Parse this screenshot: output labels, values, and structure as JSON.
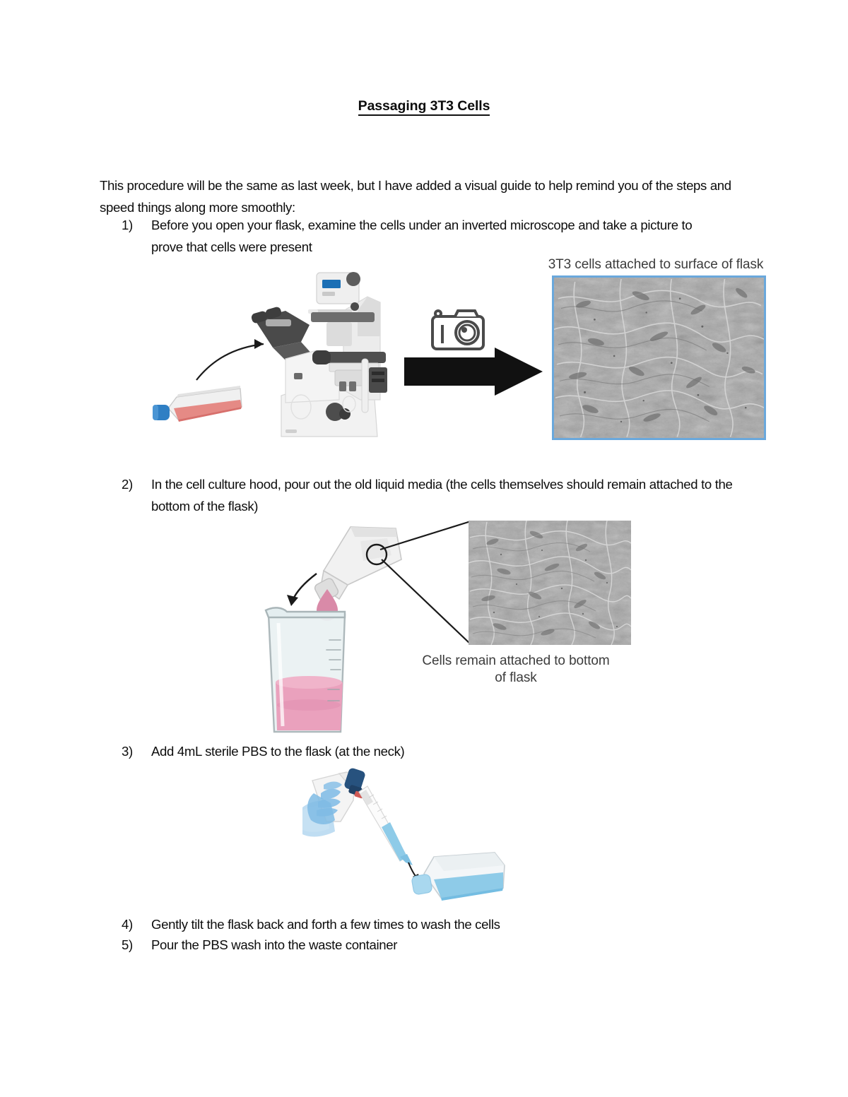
{
  "document": {
    "title": "Passaging 3T3 Cells",
    "intro": "This procedure will be the same as last week, but I have added a visual guide to help remind you of the steps and speed things along more smoothly:",
    "steps": [
      {
        "number": "1)",
        "text": "Before you open your flask, examine the cells under an inverted microscope and take a picture to prove that cells were present"
      },
      {
        "number": "2)",
        "text": "In the cell culture hood, pour out the old liquid media (the cells themselves should remain attached to the bottom of the flask)"
      },
      {
        "number": "3)",
        "text": "Add 4mL sterile PBS to the flask (at the neck)"
      },
      {
        "number": "4)",
        "text": "Gently tilt the flask back and forth a few times to wash the cells"
      },
      {
        "number": "5)",
        "text": "Pour the PBS wash into the waste container"
      }
    ]
  },
  "figures": {
    "micrograph_1": {
      "caption": "3T3 cells attached to surface of flask",
      "border_color": "#6aa8dc",
      "alt": "phase-contrast micrograph of confluent 3T3 fibroblast cells"
    },
    "micrograph_2": {
      "caption_line_1": "Cells remain attached to bottom",
      "caption_line_2": "of flask",
      "alt": "phase-contrast micrograph of 3T3 cells still adherent to flask bottom"
    },
    "microscope_scene": {
      "flask_media_color": "#e8817d",
      "flask_cap_color": "#2f7fc4",
      "screen_color": "#1b6fb5",
      "alt": "culture flask with red media and curved arrow pointing to an inverted microscope"
    },
    "camera_arrow": {
      "alt": "camera icon above a thick black right-pointing arrow"
    },
    "pour_scene": {
      "droplet_color": "#d98aa8",
      "beaker_liquid_color": "#eaa1bd",
      "alt": "tilted flask pouring pink media into a beaker of pink waste liquid"
    },
    "pipette_scene": {
      "glove_color": "#8fc3e8",
      "pbs_color": "#8ecbe8",
      "alt": "gloved hand using a pipette controller to add PBS into a culture flask"
    }
  }
}
